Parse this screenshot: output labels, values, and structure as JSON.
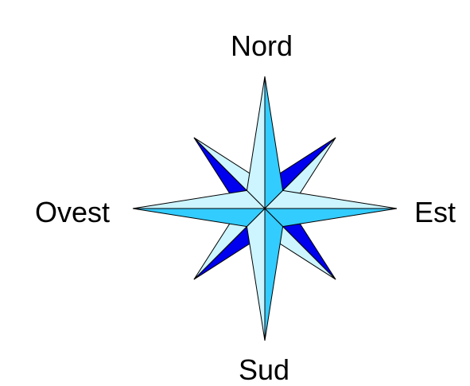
{
  "directions": {
    "north": "Nord",
    "south": "Sud",
    "east": "Est",
    "west": "Ovest"
  },
  "colors": {
    "light": "#ccf5ff",
    "mid": "#33ccff",
    "dark": "#0000ee",
    "outline": "#000000",
    "background": "#ffffff"
  }
}
